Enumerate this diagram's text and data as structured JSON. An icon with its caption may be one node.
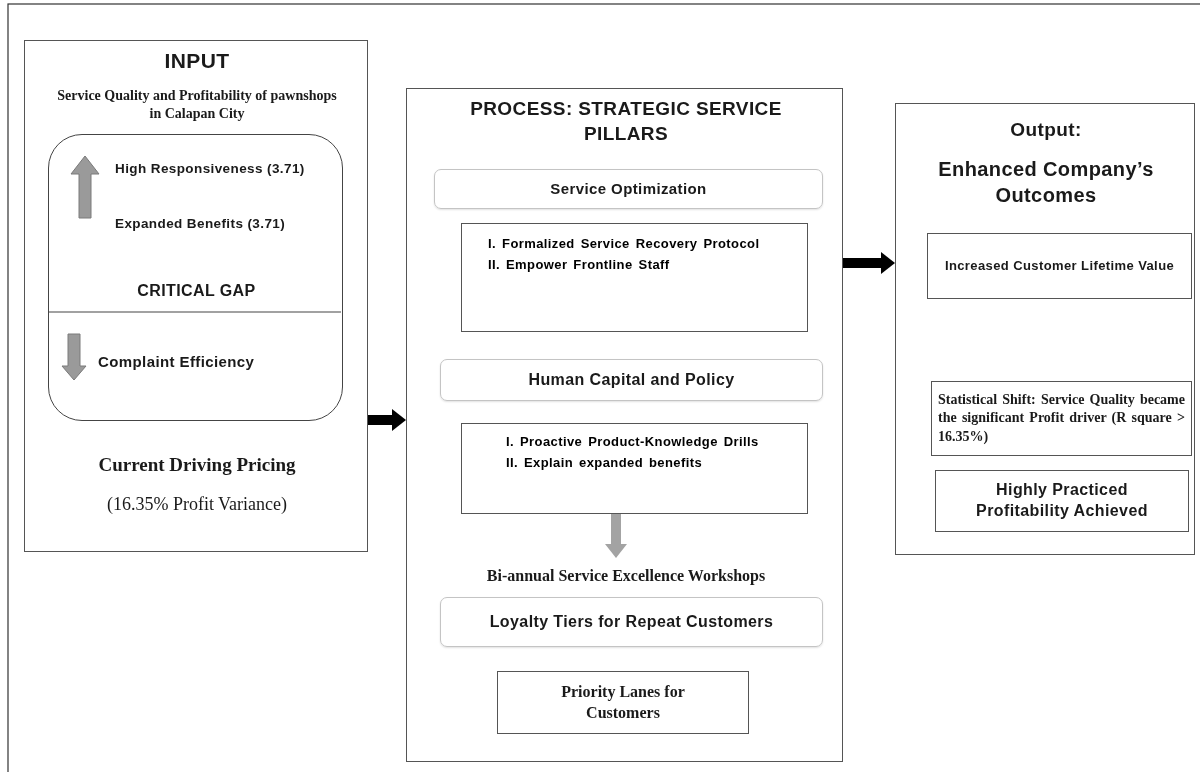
{
  "diagram": {
    "nodes": [
      {
        "text": [
          "INPUT",
          "Service Quality and Profitability of pawnshops in Calapan City",
          "Current Driving Pricing",
          "(16.35% Profit Variance)"
        ]
      },
      {
        "text": [
          "High Responsiveness (3.71)",
          "Expanded Benefits (3.71)",
          "CRITICAL GAP",
          "Complaint Efficiency"
        ],
        "in": 0
      },
      {
        "text": [
          "PROCESS: STRATEGIC SERVICE PILLARS"
        ]
      },
      {
        "text": [
          "Service Optimization"
        ],
        "in": 2
      },
      {
        "text": [
          "I. Formalized Service Recovery Protocol",
          "II. Empower Frontline Staff"
        ],
        "in": 2
      },
      {
        "text": [
          "Human Capital and Policy"
        ],
        "in": 2
      },
      {
        "text": [
          "I. Proactive Product-Knowledge Drills",
          "II. Explain expanded benefits"
        ],
        "in": 2
      },
      {
        "text": [
          "Bi-annual Service Excellence Workshops"
        ],
        "in": 2
      },
      {
        "text": [
          "Loyalty Tiers for Repeat Customers"
        ],
        "in": 2
      },
      {
        "text": [
          "Priority Lanes for Customers"
        ],
        "in": 2
      },
      {
        "text": [
          "Output:",
          "Enhanced Company’s Outcomes"
        ]
      },
      {
        "text": [
          "Increased Customer Lifetime Value"
        ],
        "in": 10
      },
      {
        "text": [
          "Statistical Shift: Service Quality became the significant Profit driver (R square > 16.35%)"
        ],
        "in": 10
      },
      {
        "text": [
          "Highly Practiced Profitability Achieved"
        ],
        "in": 10
      }
    ],
    "edges": [
      {
        "from": 0,
        "to": 2,
        "arrow": "to"
      },
      {
        "from": 2,
        "to": 10,
        "arrow": "to"
      },
      {
        "from": 6,
        "to": 7,
        "arrow": "to",
        "color": "#a3a3a3"
      }
    ]
  }
}
